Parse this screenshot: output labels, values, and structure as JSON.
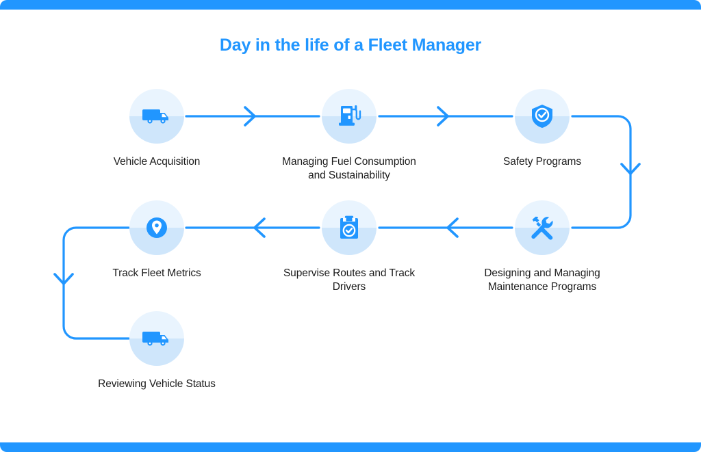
{
  "page": {
    "title": "Day in the life of a Fleet Manager",
    "accent_color": "#2196ff",
    "circle_top_color": "#e9f4fe",
    "circle_bottom_color": "#cfe6fb",
    "label_color": "#1b1b1b",
    "background": "#ffffff"
  },
  "flow": {
    "steps": [
      {
        "index": 1,
        "label": "Vehicle Acquisition",
        "icon": "truck-icon"
      },
      {
        "index": 2,
        "label": "Managing Fuel Consumption\nand Sustainability",
        "icon": "fuel-pump-icon"
      },
      {
        "index": 3,
        "label": "Safety Programs",
        "icon": "shield-check-icon"
      },
      {
        "index": 4,
        "label": "Designing and Managing\nMaintenance  Programs",
        "icon": "hammer-wrench-icon"
      },
      {
        "index": 5,
        "label": "Supervise Routes and Track\nDrivers",
        "icon": "clipboard-check-icon"
      },
      {
        "index": 6,
        "label": "Track Fleet Metrics",
        "icon": "map-pin-icon"
      },
      {
        "index": 7,
        "label": "Reviewing Vehicle Status",
        "icon": "truck-icon"
      }
    ],
    "connectors": [
      {
        "name": "step1-to-step2",
        "direction": "right"
      },
      {
        "name": "step2-to-step3",
        "direction": "right"
      },
      {
        "name": "step3-to-step4",
        "direction": "down"
      },
      {
        "name": "step4-to-step5",
        "direction": "left"
      },
      {
        "name": "step5-to-step6",
        "direction": "left"
      },
      {
        "name": "step6-to-step7",
        "direction": "down"
      }
    ]
  }
}
